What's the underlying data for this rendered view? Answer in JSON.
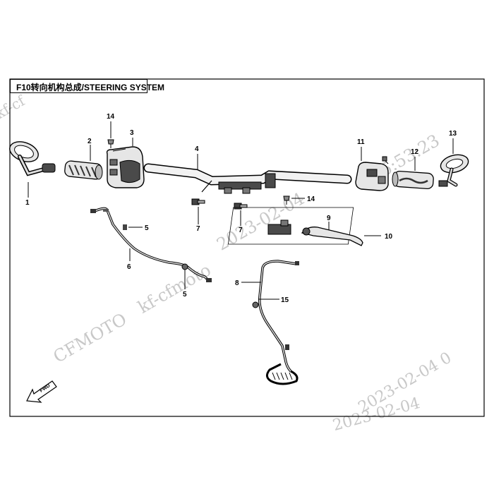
{
  "title": "F10转向机构总成/STEERING SYSTEM",
  "fwd_label": "FWD",
  "watermarks": {
    "brand": "CFMOTO",
    "site_a": "kf-cf",
    "site_b": "kf-cfmoto",
    "date_a": "2023-02-04",
    "time_a": "05:53:23",
    "date_b": "2023-02-04",
    "date_c": "2023-02-04 0"
  },
  "callouts": {
    "c1": "1",
    "c2": "2",
    "c3": "3",
    "c4": "4",
    "c5a": "5",
    "c5b": "5",
    "c6": "6",
    "c7a": "7",
    "c7b": "7",
    "c8": "8",
    "c9": "9",
    "c10": "10",
    "c11": "11",
    "c12": "12",
    "c13": "13",
    "c14a": "14",
    "c14b": "14",
    "c15": "15"
  },
  "colors": {
    "line": "#000000",
    "part_fill": "#e6e6e6",
    "part_dark": "#4a4a4a",
    "watermark": "#c8c8c8"
  }
}
